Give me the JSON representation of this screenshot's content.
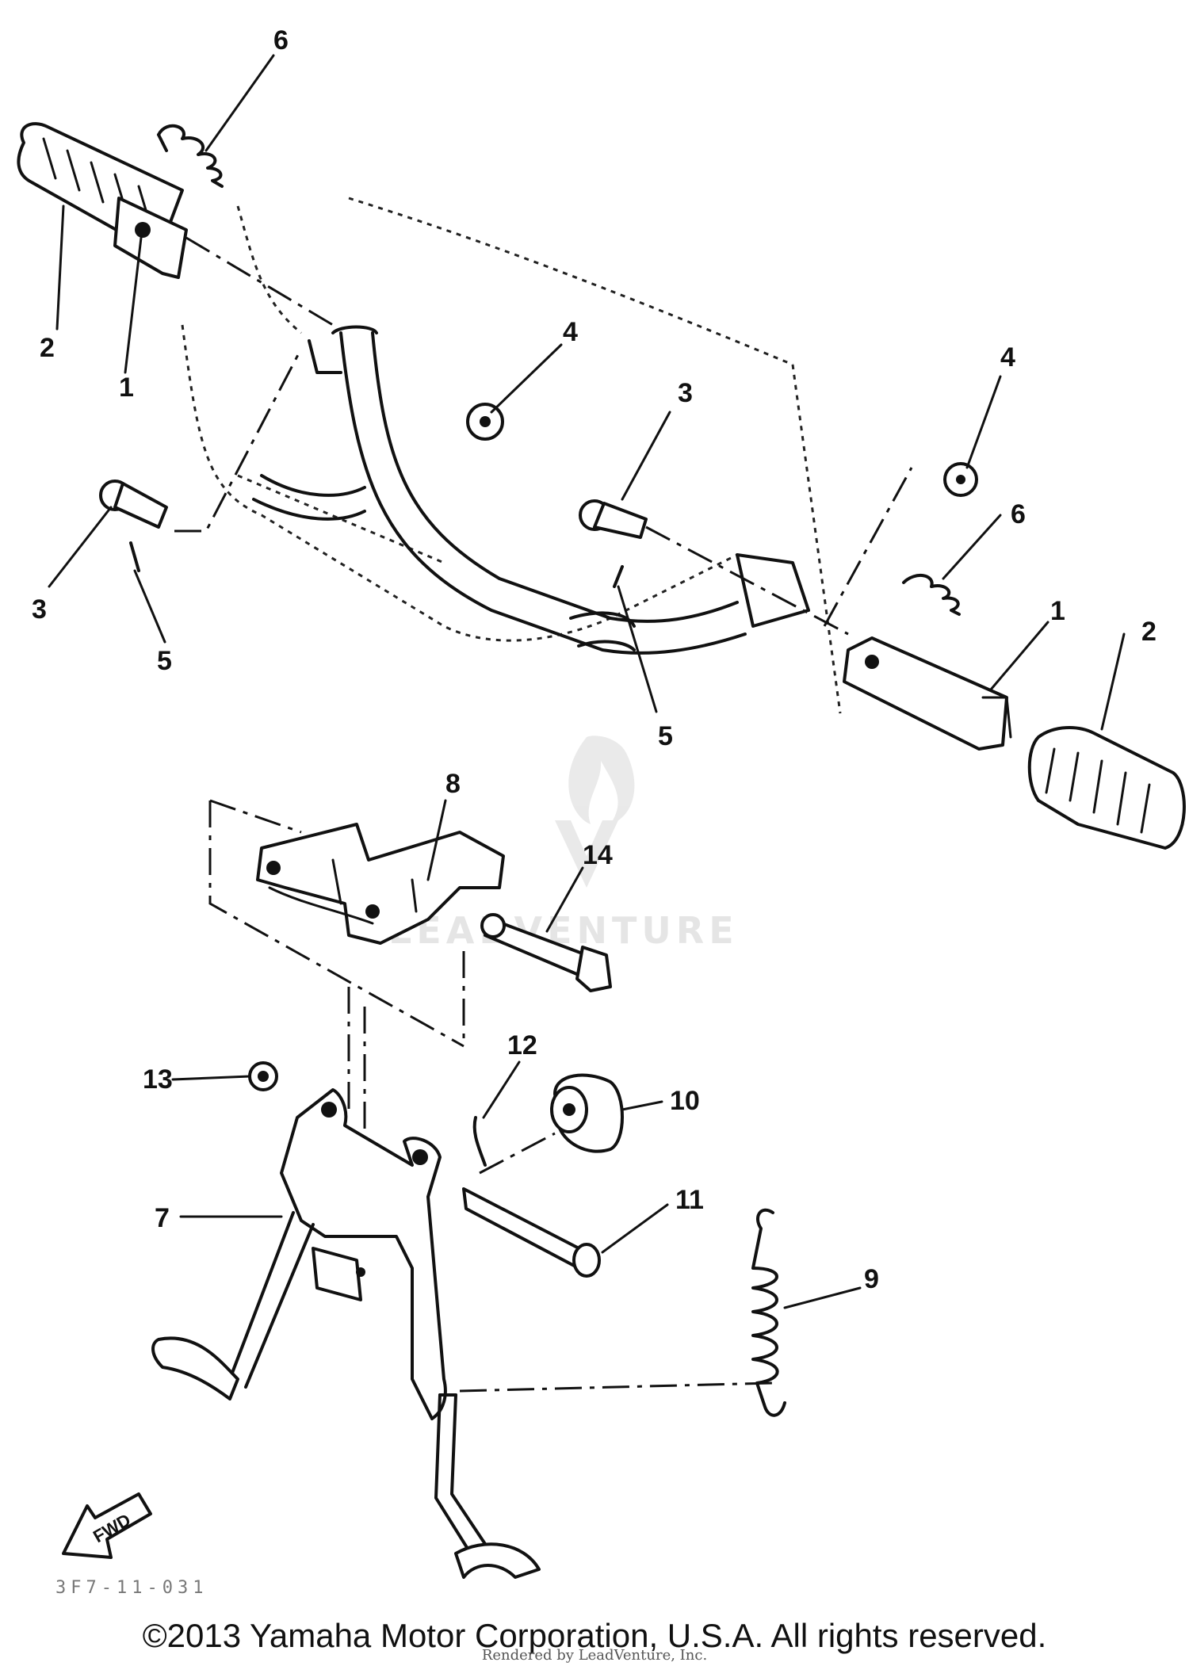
{
  "callouts": [
    "1",
    "2",
    "3",
    "4",
    "5",
    "6",
    "7",
    "8",
    "9",
    "10",
    "11",
    "12",
    "13",
    "14"
  ],
  "fwd_label": "FWD",
  "part_code": "3F7-11-031",
  "watermark": "LEADVENTURE",
  "copyright": "©2013 Yamaha Motor Corporation, U.S.A. All rights reserved.",
  "rendered_by": "Rendered by LeadVenture, Inc."
}
